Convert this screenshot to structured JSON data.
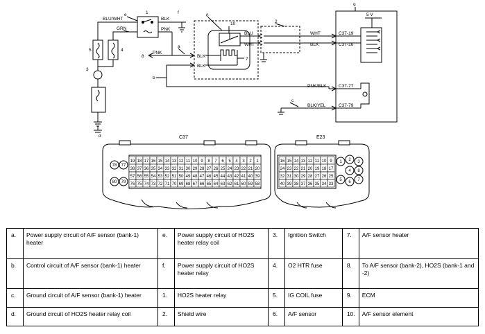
{
  "diagram": {
    "wire_labels": {
      "blu_wht": "BLU/WHT",
      "blk_relay": "BLK",
      "grn": "GRN",
      "pnk_relay": "PNK",
      "pnk_left": "PNK",
      "blk_sensor_top": "BLK",
      "blk_sensor_bot": "BLK",
      "blu_sensor": "BLU",
      "wht_sensor": "WHT",
      "wht_out": "WHT",
      "blk_out": "BLK",
      "pnk_blk": "PNK/BLK",
      "blk_yel": "BLK/YEL"
    },
    "terminals": {
      "c37_19": "C37-19",
      "c37_16": "C37-16",
      "c37_77": "C37-77",
      "c37_79": "C37-79"
    },
    "voltage": "5 V",
    "callouts": {
      "e": "e",
      "n1": "1",
      "n2": "2",
      "n3": "3",
      "n4": "4",
      "n5": "5",
      "n6": "6",
      "n7": "7",
      "n8": "8",
      "n9": "9",
      "n10": "10",
      "a": "a",
      "b": "b",
      "c": "c",
      "d": "d",
      "f": "f"
    },
    "connectors": {
      "c37": {
        "name": "C37",
        "rows": [
          [
            "19",
            "18",
            "17",
            "16",
            "15",
            "14",
            "13",
            "12",
            "11",
            "10",
            "9",
            "8",
            "7",
            "6",
            "5",
            "4",
            "3",
            "2",
            "1"
          ],
          [
            "38",
            "37",
            "36",
            "35",
            "34",
            "33",
            "32",
            "31",
            "30",
            "29",
            "28",
            "27",
            "26",
            "25",
            "24",
            "23",
            "22",
            "21",
            "20"
          ],
          [
            "57",
            "56",
            "55",
            "54",
            "53",
            "52",
            "51",
            "50",
            "49",
            "48",
            "47",
            "46",
            "45",
            "44",
            "43",
            "42",
            "41",
            "40",
            "39"
          ],
          [
            "76",
            "75",
            "74",
            "73",
            "72",
            "71",
            "70",
            "69",
            "68",
            "67",
            "66",
            "65",
            "64",
            "63",
            "62",
            "61",
            "60",
            "59",
            "58"
          ]
        ],
        "side_pins": [
          "78",
          "77",
          "80",
          "79"
        ]
      },
      "e23": {
        "name": "E23",
        "rows": [
          [
            "16",
            "15",
            "14",
            "13",
            "12",
            "11",
            "10",
            "9"
          ],
          [
            "24",
            "23",
            "22",
            "21",
            "20",
            "19",
            "18",
            "17"
          ],
          [
            "32",
            "31",
            "30",
            "29",
            "28",
            "27",
            "26",
            "25"
          ],
          [
            "40",
            "39",
            "38",
            "37",
            "36",
            "35",
            "34",
            "33"
          ]
        ],
        "side_pins": [
          "1",
          "2",
          "3",
          "4",
          "5",
          "6",
          "7",
          "8"
        ]
      }
    }
  },
  "legend": [
    [
      {
        "key": "a.",
        "text": "Power supply circuit of A/F sensor (bank-1) heater"
      },
      {
        "key": "e.",
        "text": "Power supply circuit of HO2S heater relay coil"
      },
      {
        "key": "3.",
        "text": "Ignition Switch"
      },
      {
        "key": "7.",
        "text": "A/F sensor heater"
      }
    ],
    [
      {
        "key": "b.",
        "text": "Control circuit of A/F sensor (bank-1) heater"
      },
      {
        "key": "f.",
        "text": "Power supply circuit of HO2S heater relay"
      },
      {
        "key": "4.",
        "text": "O2 HTR fuse"
      },
      {
        "key": "8.",
        "text": "To A/F sensor (bank-2), HO2S (bank-1 and -2)"
      }
    ],
    [
      {
        "key": "c.",
        "text": "Ground circuit of A/F sensor (bank-1) heater"
      },
      {
        "key": "1.",
        "text": "HO2S heater relay"
      },
      {
        "key": "5.",
        "text": "IG COIL fuse"
      },
      {
        "key": "9.",
        "text": "ECM"
      }
    ],
    [
      {
        "key": "d.",
        "text": "Ground circuit of HO2S heater relay coil"
      },
      {
        "key": "2.",
        "text": "Shield wire"
      },
      {
        "key": "6.",
        "text": "A/F sensor"
      },
      {
        "key": "10.",
        "text": "A/F sensor element"
      }
    ]
  ]
}
